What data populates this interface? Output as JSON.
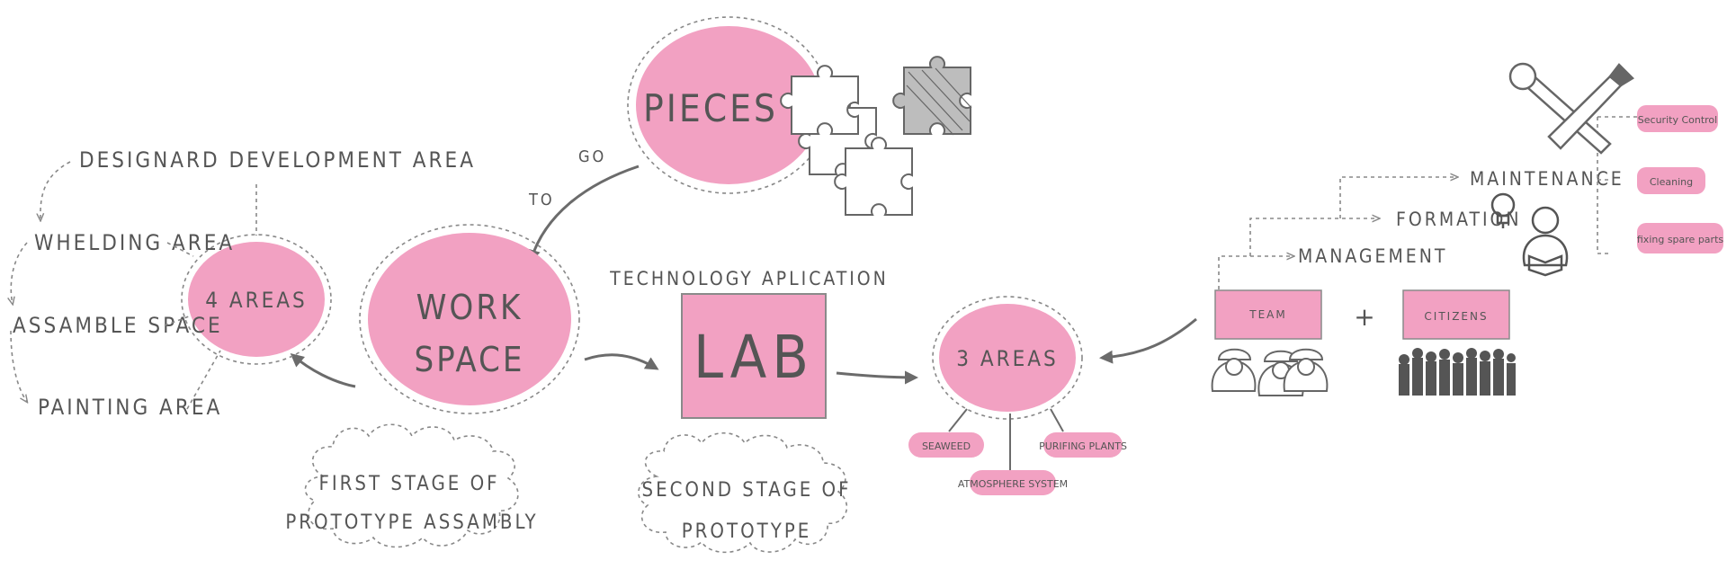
{
  "colors": {
    "pink": "#f2a1c2",
    "text": "#555555",
    "line": "#6b6b6b"
  },
  "nodes": {
    "pieces": "PIECES",
    "work_space_line1": "WORK",
    "work_space_line2": "SPACE",
    "four_areas": "4 AREAS",
    "lab": "LAB",
    "three_areas": "3 AREAS",
    "team": "TEAM",
    "citizens": "CITIZENS",
    "plus": "+"
  },
  "labels": {
    "go": "GO",
    "to": "TO",
    "technology_application": "TECHNOLOGY APLICATION",
    "management": "MANAGEMENT",
    "formation": "FORMATION",
    "maintenance": "MAINTENANCE"
  },
  "work_areas": [
    "DESIGNARD DEVELOPMENT AREA",
    "WHELDING AREA",
    "ASSAMBLE SPACE",
    "PAINTING AREA"
  ],
  "lab_areas": {
    "seaweed": "SEAWEED",
    "atmosphere_system": "ATMOSPHERE SYSTEM",
    "purifing_plants": "PURIFING PLANTS"
  },
  "maintenance_items": [
    "Security Control",
    "Cleaning",
    "fixing spare parts"
  ],
  "clouds": {
    "first_line1": "FIRST STAGE OF",
    "first_line2": "PROTOTYPE ASSAMBLY",
    "second_line1": "SECOND STAGE OF",
    "second_line2": "PROTOTYPE"
  },
  "icons": [
    "puzzle-pieces-icon",
    "tools-icon",
    "lightbulb-icon",
    "reader-icon",
    "workers-icon",
    "crowd-icon"
  ]
}
